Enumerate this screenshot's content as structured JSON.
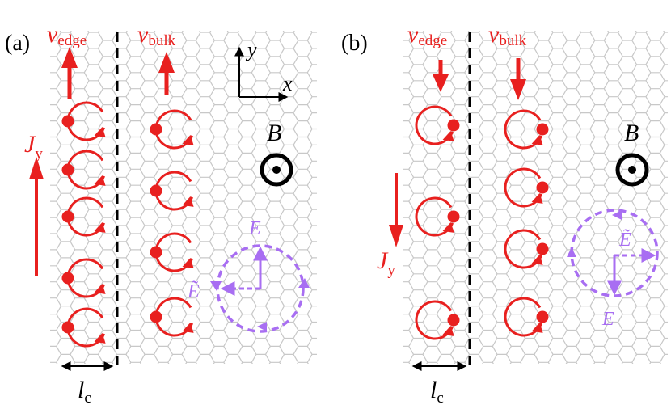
{
  "colors": {
    "orbit": "#e8201f",
    "field": "#a86ef2",
    "lattice": "#c8c8c8",
    "ink": "#000000"
  },
  "panel_a": {
    "label": "(a)",
    "v_edge": {
      "sym": "v",
      "sub": "edge"
    },
    "v_bulk": {
      "sym": "v",
      "sub": "bulk"
    },
    "axis_y": "y",
    "axis_x": "x",
    "current": {
      "sym": "J",
      "sub": "y"
    },
    "magnetic": "B",
    "efield": "E",
    "efield_tilde": "Ẽ",
    "width": {
      "sym": "l",
      "sub": "c"
    }
  },
  "panel_b": {
    "label": "(b)",
    "v_edge": {
      "sym": "v",
      "sub": "edge"
    },
    "v_bulk": {
      "sym": "v",
      "sub": "bulk"
    },
    "current": {
      "sym": "J",
      "sub": "y"
    },
    "magnetic": "B",
    "efield": "E",
    "efield_tilde": "Ẽ",
    "width": {
      "sym": "l",
      "sub": "c"
    }
  }
}
